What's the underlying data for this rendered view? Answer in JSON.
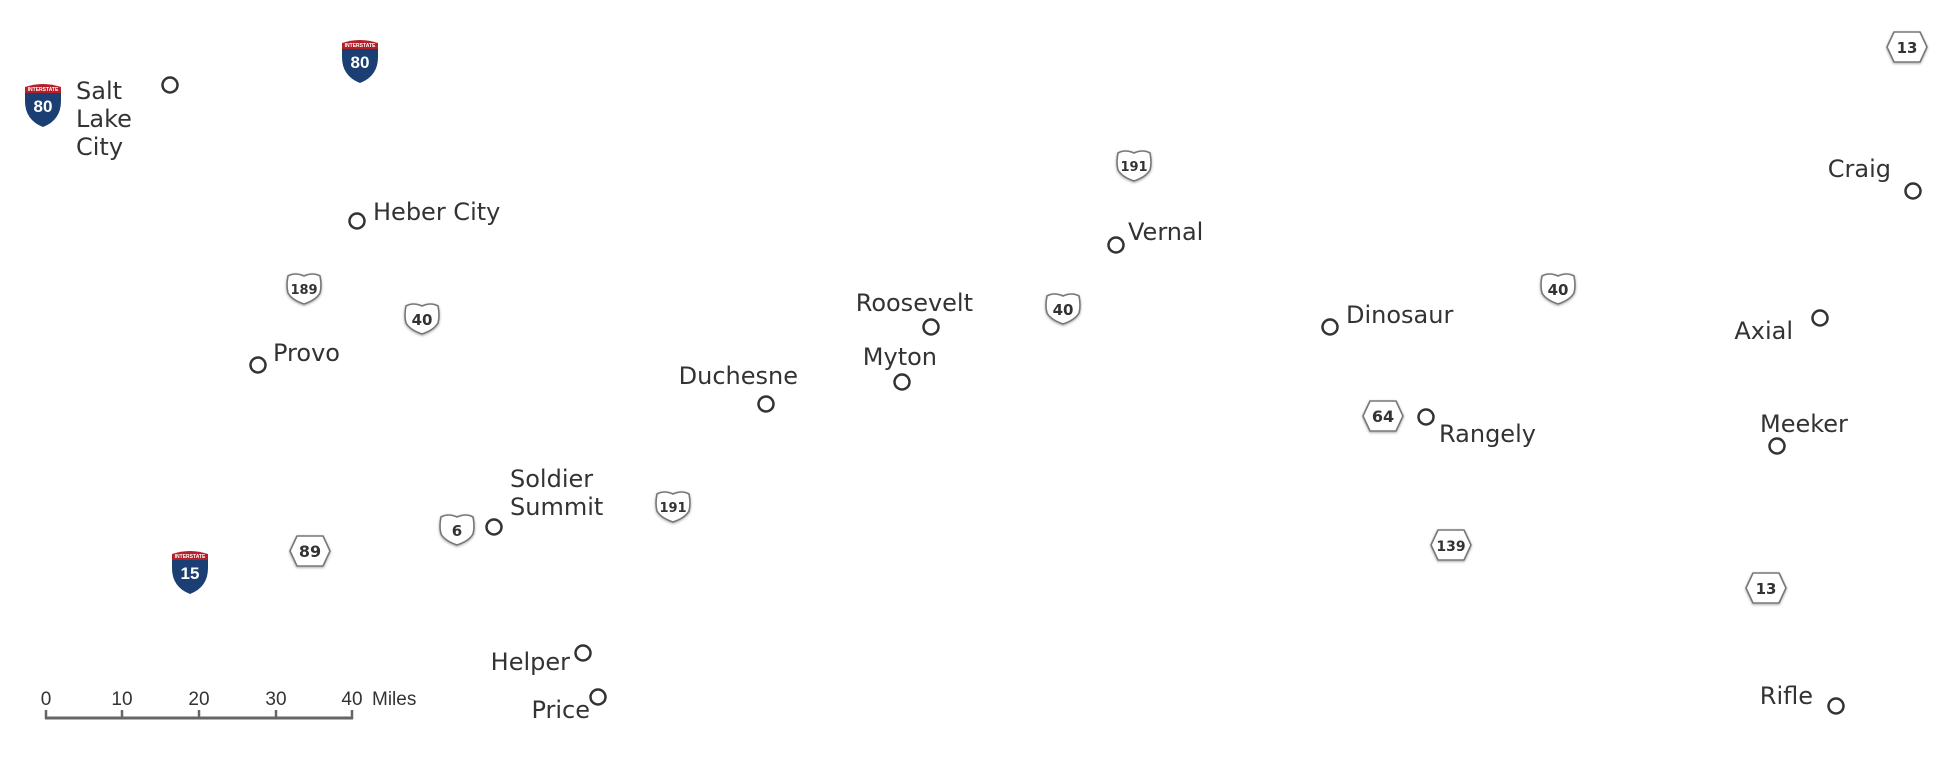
{
  "map": {
    "cities": [
      {
        "id": "salt-lake-city",
        "lines": [
          "Salt",
          "Lake",
          "City"
        ]
      },
      {
        "id": "heber-city",
        "lines": [
          "Heber City"
        ]
      },
      {
        "id": "provo",
        "lines": [
          "Provo"
        ]
      },
      {
        "id": "soldier-summit",
        "lines": [
          "Soldier",
          "Summit"
        ]
      },
      {
        "id": "helper",
        "lines": [
          "Helper"
        ]
      },
      {
        "id": "price",
        "lines": [
          "Price"
        ]
      },
      {
        "id": "duchesne",
        "lines": [
          "Duchesne"
        ]
      },
      {
        "id": "roosevelt",
        "lines": [
          "Roosevelt"
        ]
      },
      {
        "id": "myton",
        "lines": [
          "Myton"
        ]
      },
      {
        "id": "vernal",
        "lines": [
          "Vernal"
        ]
      },
      {
        "id": "dinosaur",
        "lines": [
          "Dinosaur"
        ]
      },
      {
        "id": "rangely",
        "lines": [
          "Rangely"
        ]
      },
      {
        "id": "craig",
        "lines": [
          "Craig"
        ]
      },
      {
        "id": "axial",
        "lines": [
          "Axial"
        ]
      },
      {
        "id": "meeker",
        "lines": [
          "Meeker"
        ]
      },
      {
        "id": "rifle",
        "lines": [
          "Rifle"
        ]
      }
    ],
    "routes": {
      "interstate_word": "INTERSTATE",
      "interstate": [
        "80",
        "80",
        "15"
      ],
      "us": [
        "191",
        "189",
        "40",
        "40",
        "40",
        "191",
        "6"
      ],
      "state": [
        "13",
        "64",
        "89",
        "139",
        "13"
      ]
    },
    "colors": {
      "interstate_blue": "#1b3f73",
      "interstate_red": "#b3202a",
      "text": "#333333",
      "scale_bar": "#666666"
    }
  },
  "scale": {
    "ticks": [
      "0",
      "10",
      "20",
      "30",
      "40"
    ],
    "unit": "Miles"
  }
}
